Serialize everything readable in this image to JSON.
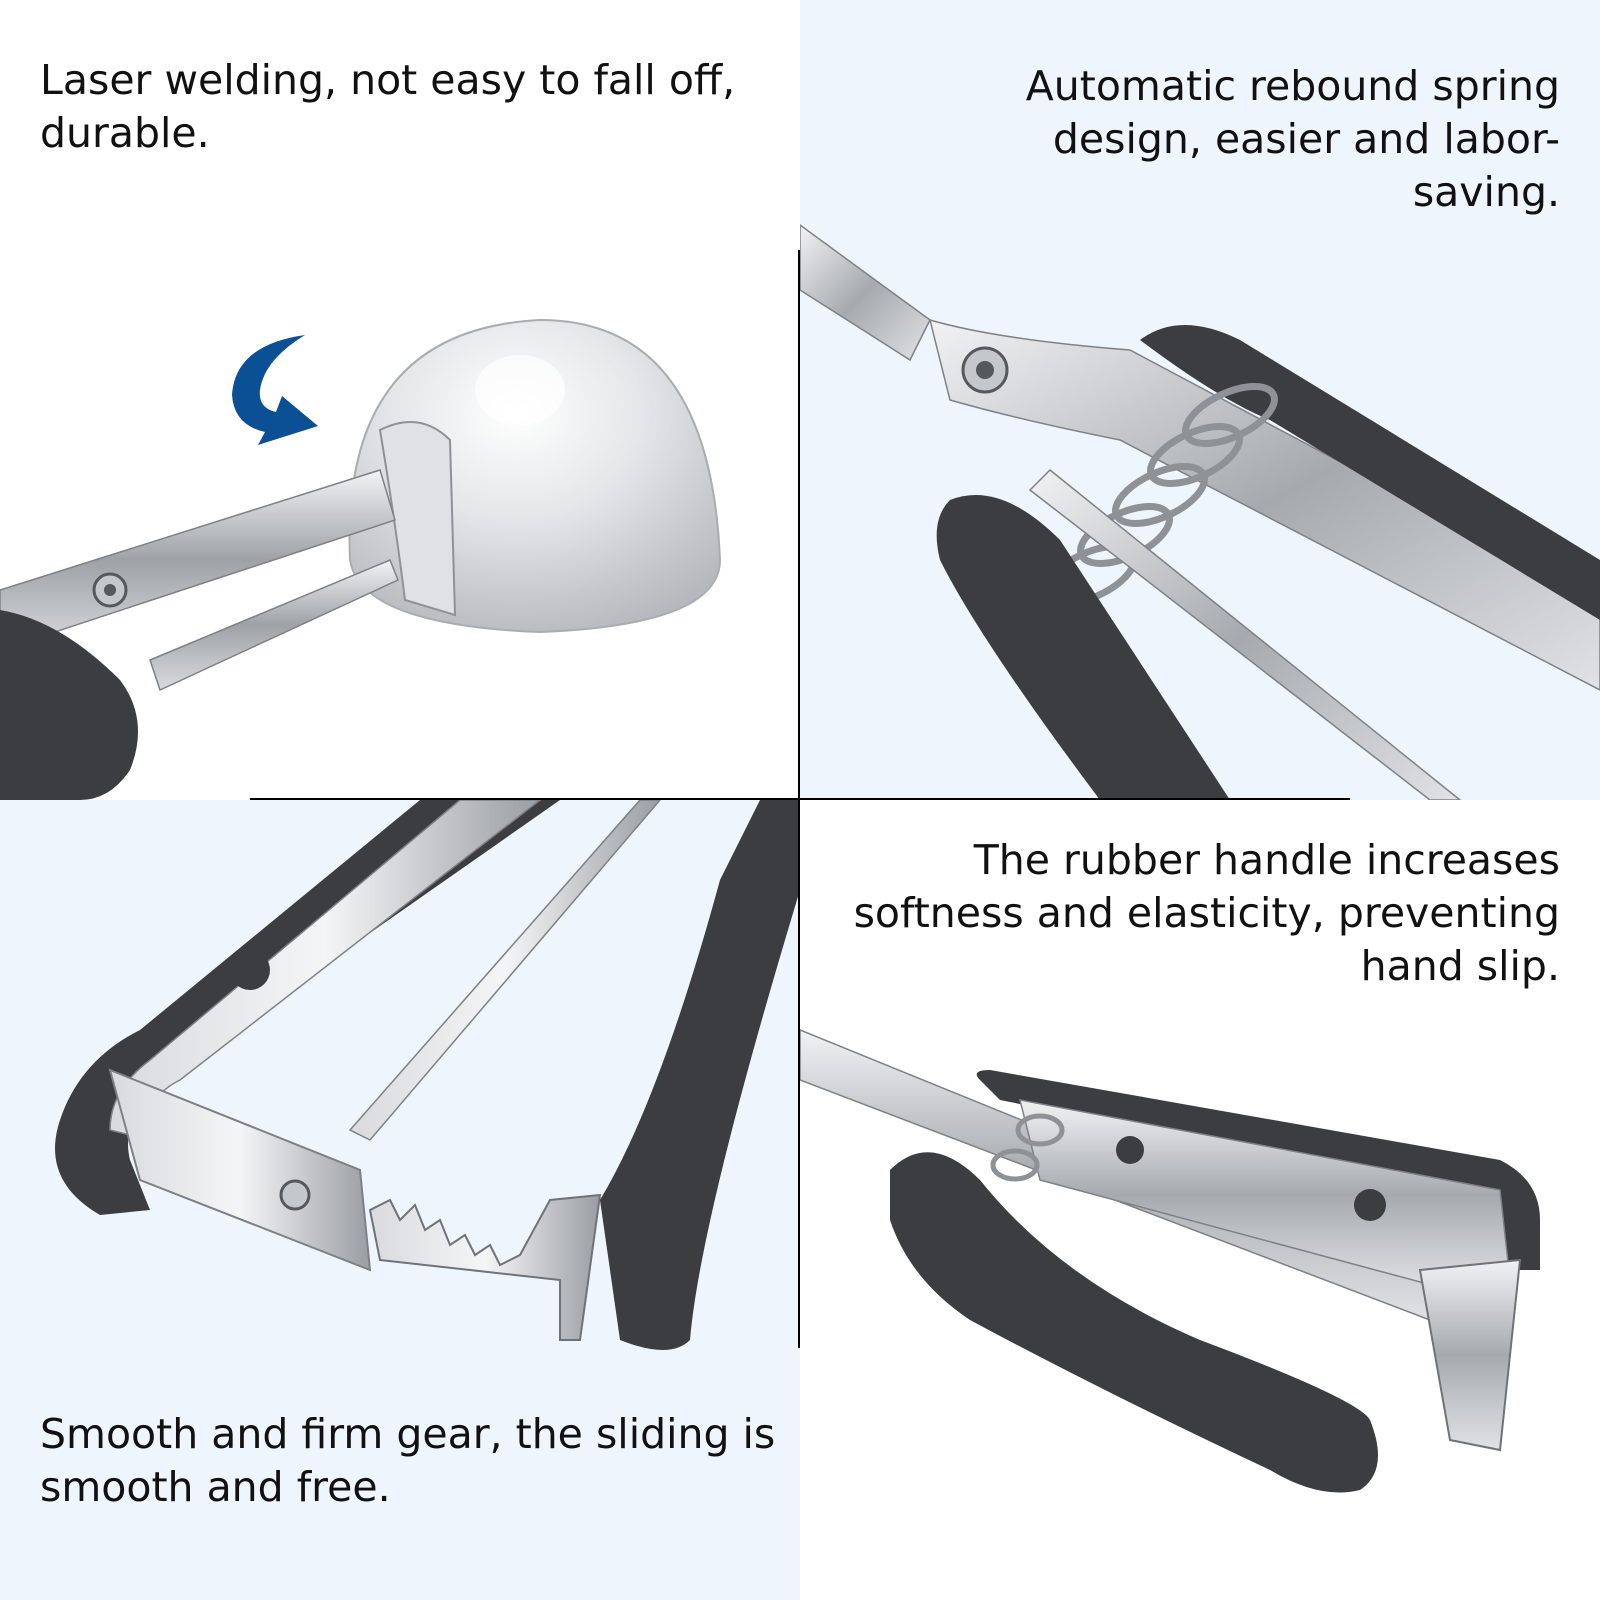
{
  "panels": {
    "top_left": {
      "caption": "Laser welding, not easy to fall off, durable."
    },
    "top_right": {
      "caption": "Automatic rebound spring design, easier and labor-saving."
    },
    "bottom_left": {
      "caption": "Smooth and firm gear, the sliding is smooth and free."
    },
    "bottom_right": {
      "caption": "The rubber handle increases softness and elasticity, preventing hand slip."
    }
  },
  "colors": {
    "background_white": "#ffffff",
    "background_light_blue": "#eef5fc",
    "arrow_blue": "#0b4f95",
    "rubber_dark": "#3b3d40",
    "steel": "#c9ccd0",
    "divider": "#000000"
  },
  "icons": [
    "curved-arrow-icon"
  ]
}
